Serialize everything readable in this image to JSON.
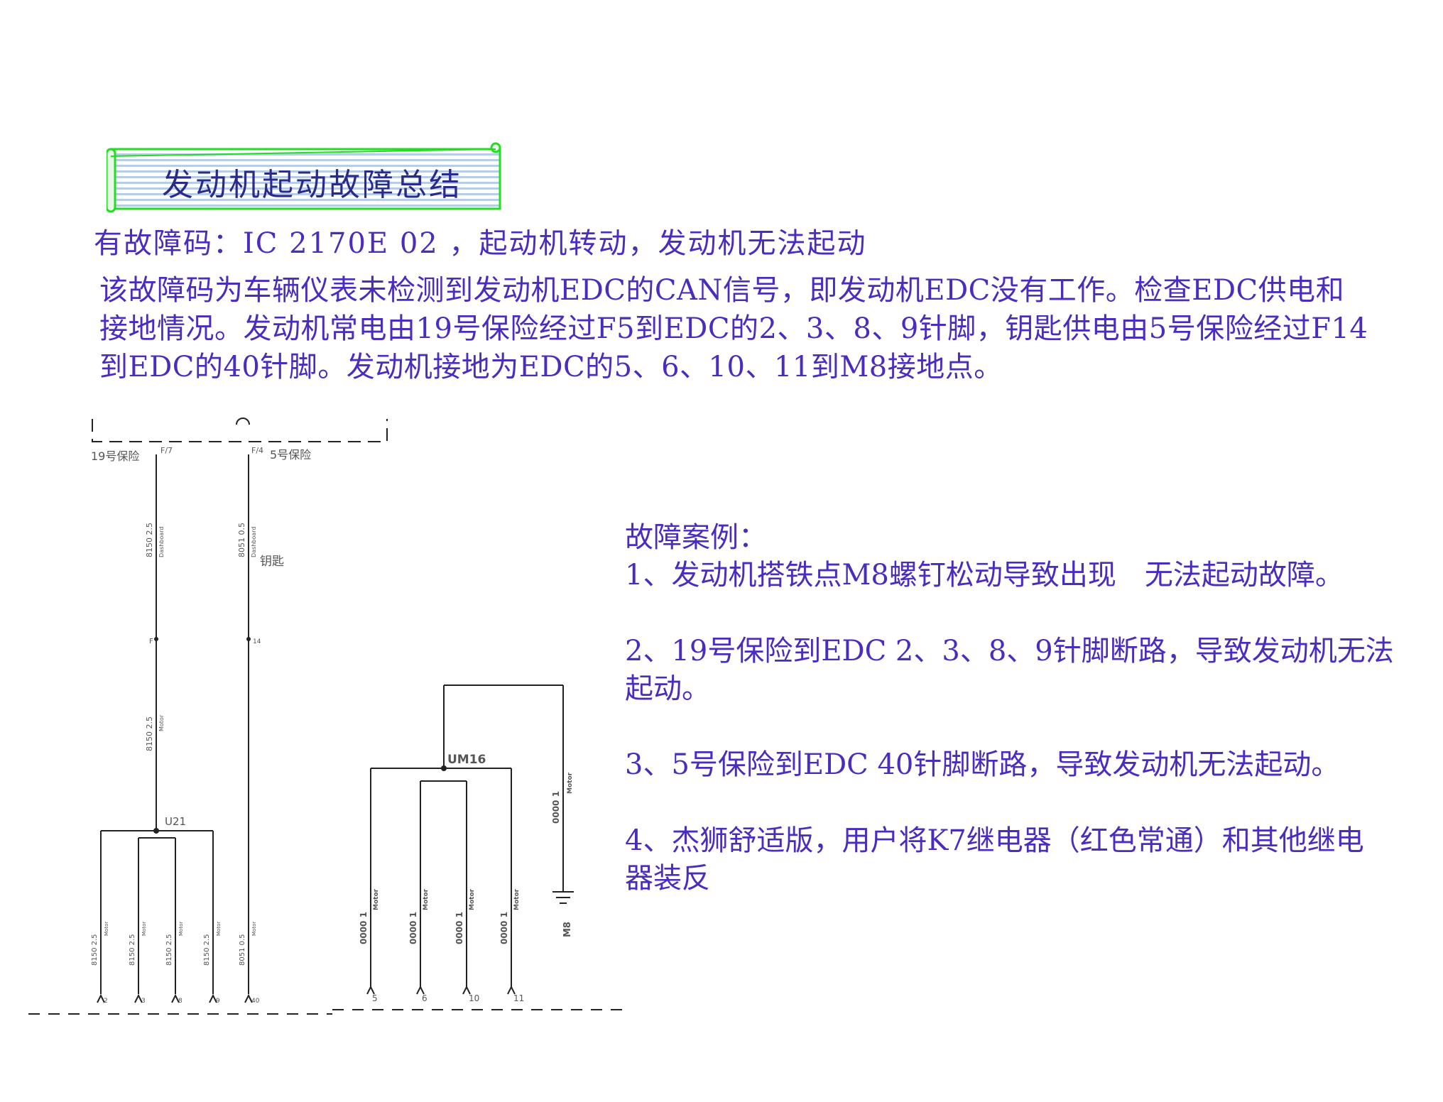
{
  "banner": {
    "title": "发动机起动故障总结"
  },
  "fault_code_line": "有故障码：IC 2170E 02 ，起动机转动，发动机无法起动",
  "description_lines": [
    "该故障码为车辆仪表未检测到发动机EDC的CAN信号，即发动机EDC没有工作。检查EDC供电和",
    "接地情况。发动机常电由19号保险经过F5到EDC的2、3、8、9针脚，钥匙供电由5号保险经过F14",
    "到EDC的40针脚。发动机接地为EDC的5、6、10、11到M8接地点。"
  ],
  "cases": {
    "heading": "故障案例：",
    "items": [
      [
        "1、发动机搭铁点M8螺钉松动导致出现　无法起动故障。"
      ],
      [
        "2、19号保险到EDC 2、3、8、9针脚断路，导致发动机无法",
        "起动。"
      ],
      [
        "3、5号保险到EDC 40针脚断路，导致发动机无法起动。"
      ],
      [
        "4、杰狮舒适版，用户将K7继电器（红色常通）和其他继电",
        "器装反"
      ]
    ]
  },
  "diagram": {
    "fuse19_label": "19号保险",
    "fuse19_pin": "F/7",
    "fuse5_label": "5号保险",
    "fuse5_pin": "F/4",
    "key_label": "钥匙",
    "top_wire_left": "8150  2.5",
    "top_wire_left_harness": "Dashboard",
    "top_wire_right": "8051  0.5",
    "top_wire_right_harness": "Dashboard",
    "connector_left": "F",
    "connector_right": "14",
    "mid_wire": "8150  2.5",
    "mid_wire_harness": "Motor",
    "splice_u21": "U21",
    "splice_um16": "UM16",
    "ground_top_wire": "0000  1",
    "ground_top_harness": "Motor",
    "ground_label": "M8",
    "edc_wires": [
      {
        "code": "8150  2.5",
        "harness": "Motor",
        "pin": "2"
      },
      {
        "code": "8150  2.5",
        "harness": "Motor",
        "pin": "3"
      },
      {
        "code": "8150  2.5",
        "harness": "Motor",
        "pin": "8"
      },
      {
        "code": "8150  2.5",
        "harness": "Motor",
        "pin": "9"
      },
      {
        "code": "8051  0.5",
        "harness": "Motor",
        "pin": "40"
      }
    ],
    "ground_wires": [
      {
        "code": "0000  1",
        "harness": "Motor",
        "pin": "5"
      },
      {
        "code": "0000  1",
        "harness": "Motor",
        "pin": "6"
      },
      {
        "code": "0000  1",
        "harness": "Motor",
        "pin": "10"
      },
      {
        "code": "0000  1",
        "harness": "Motor",
        "pin": "11"
      }
    ]
  },
  "colors": {
    "text": "#4a2dbf",
    "banner_border": "#22dd22",
    "banner_title": "#2a2a8a",
    "wire": "#222222"
  }
}
